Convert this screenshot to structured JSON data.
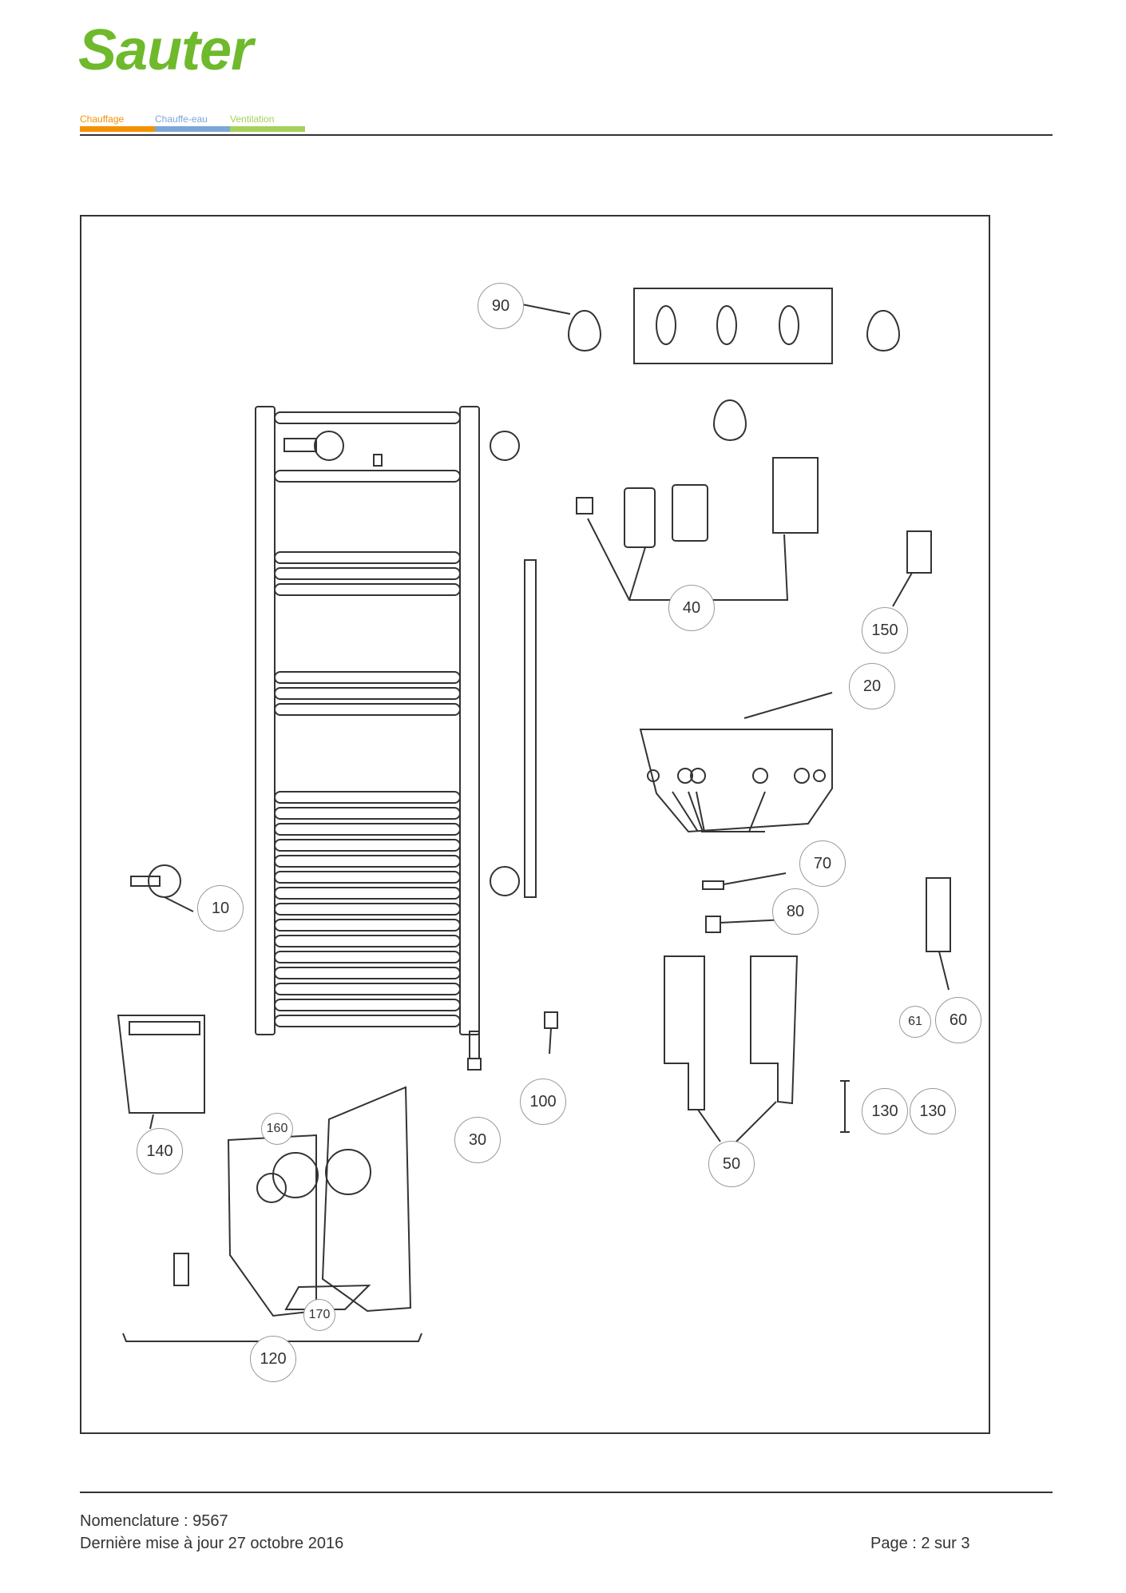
{
  "brand": {
    "name": "Sauter",
    "categories": [
      {
        "label": "Chauffage",
        "color": "#f39200"
      },
      {
        "label": "Chauffe-eau",
        "color": "#7aa7d8"
      },
      {
        "label": "Ventilation",
        "color": "#a6d05a"
      }
    ]
  },
  "callouts": {
    "c90": "90",
    "c40": "40",
    "c150": "150",
    "c20": "20",
    "c70": "70",
    "c80": "80",
    "c10": "10",
    "c61": "61",
    "c60": "60",
    "c100": "100",
    "c30": "30",
    "c140": "140",
    "c160": "160",
    "c130a": "130",
    "c130b": "130",
    "c50": "50",
    "c170": "170",
    "c120": "120"
  },
  "footer": {
    "nomenclature": "Nomenclature : 9567",
    "updated": "Dernière mise à jour 27 octobre 2016",
    "page": "Page : 2 sur 3"
  }
}
